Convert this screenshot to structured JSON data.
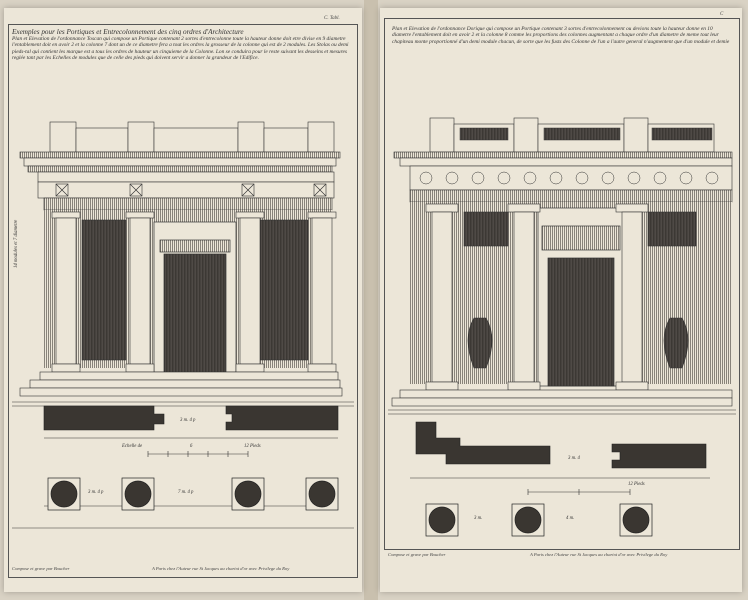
{
  "left_plate": {
    "plate_number": "C. Tabl.",
    "title": "Exemples pour les Portiques et Entrecolonnement des cinq ordres d'Architecture",
    "text": "Plan et Elevation de l'ordonnance Toscan qui compose un Portique contenant 2 sortes d'entrecolonne toute la hauteur donne doit etre divise en 9 diametre l'entablement doit en avoir 2 et la colonne 7 dont un de ce diametre fera a tout les ordres la grosseur de la colonne qui est de 2 modules. Les Stolas ou demi pieds-tal qui contient les marque est a tous les ordres de hauteur un cinquieme de la Colonne. Lon se conduira pour le reste suivant les desseins et mesures reglée tant par les Echelles de modules que de celle des pieds qui doivent servir a donner la grandeur de l'Edifice.",
    "side_label": "14 modules et 7 diametre",
    "plan_label": "3 m. 4 p",
    "scale_label": "Echelle de",
    "scale_end": "12 Pieds",
    "scale_mid": "6",
    "inter_label": "3 m. 4 p",
    "inter_label2": "7 m. 4 p",
    "footer_left": "Compose et grave par Boucher",
    "footer_right": "A Paris chez l'Auteur rue St Jacques au chariot d'or avec Privilege du Roy"
  },
  "right_plate": {
    "plate_number": "C",
    "text": "Plan et Elevation de l'ordonnance Dorique qui compose un Portique contenant 3 sortes d'entrecolonnement ou devions toute la hauteur donne en 10 diametre l'entablement doit en avoir 2 et la colonne 8 comme les proportions des colonnes augmentant a chaque ordre d'un diametre de meme tout leur chapiteau monte proportionné d'un demi module chacun, de sorte que les fusts des Colonne de l'un a l'autre general n'augmentent que d'un module et demie",
    "plan_label": "3 m. 4",
    "scale_end": "12 Pieds",
    "inter_label": "3 m.",
    "inter_label2": "4 m.",
    "footer_left": "Compose et grave par Boucher",
    "footer_right": "A Paris chez l'Auteur rue St Jacques au chariot d'or avec Privilege du Roy"
  },
  "colors": {
    "paper": "#ece6d8",
    "ink": "#2b2b2b",
    "hatch": "#6f6a62",
    "dark": "#3a3631"
  }
}
